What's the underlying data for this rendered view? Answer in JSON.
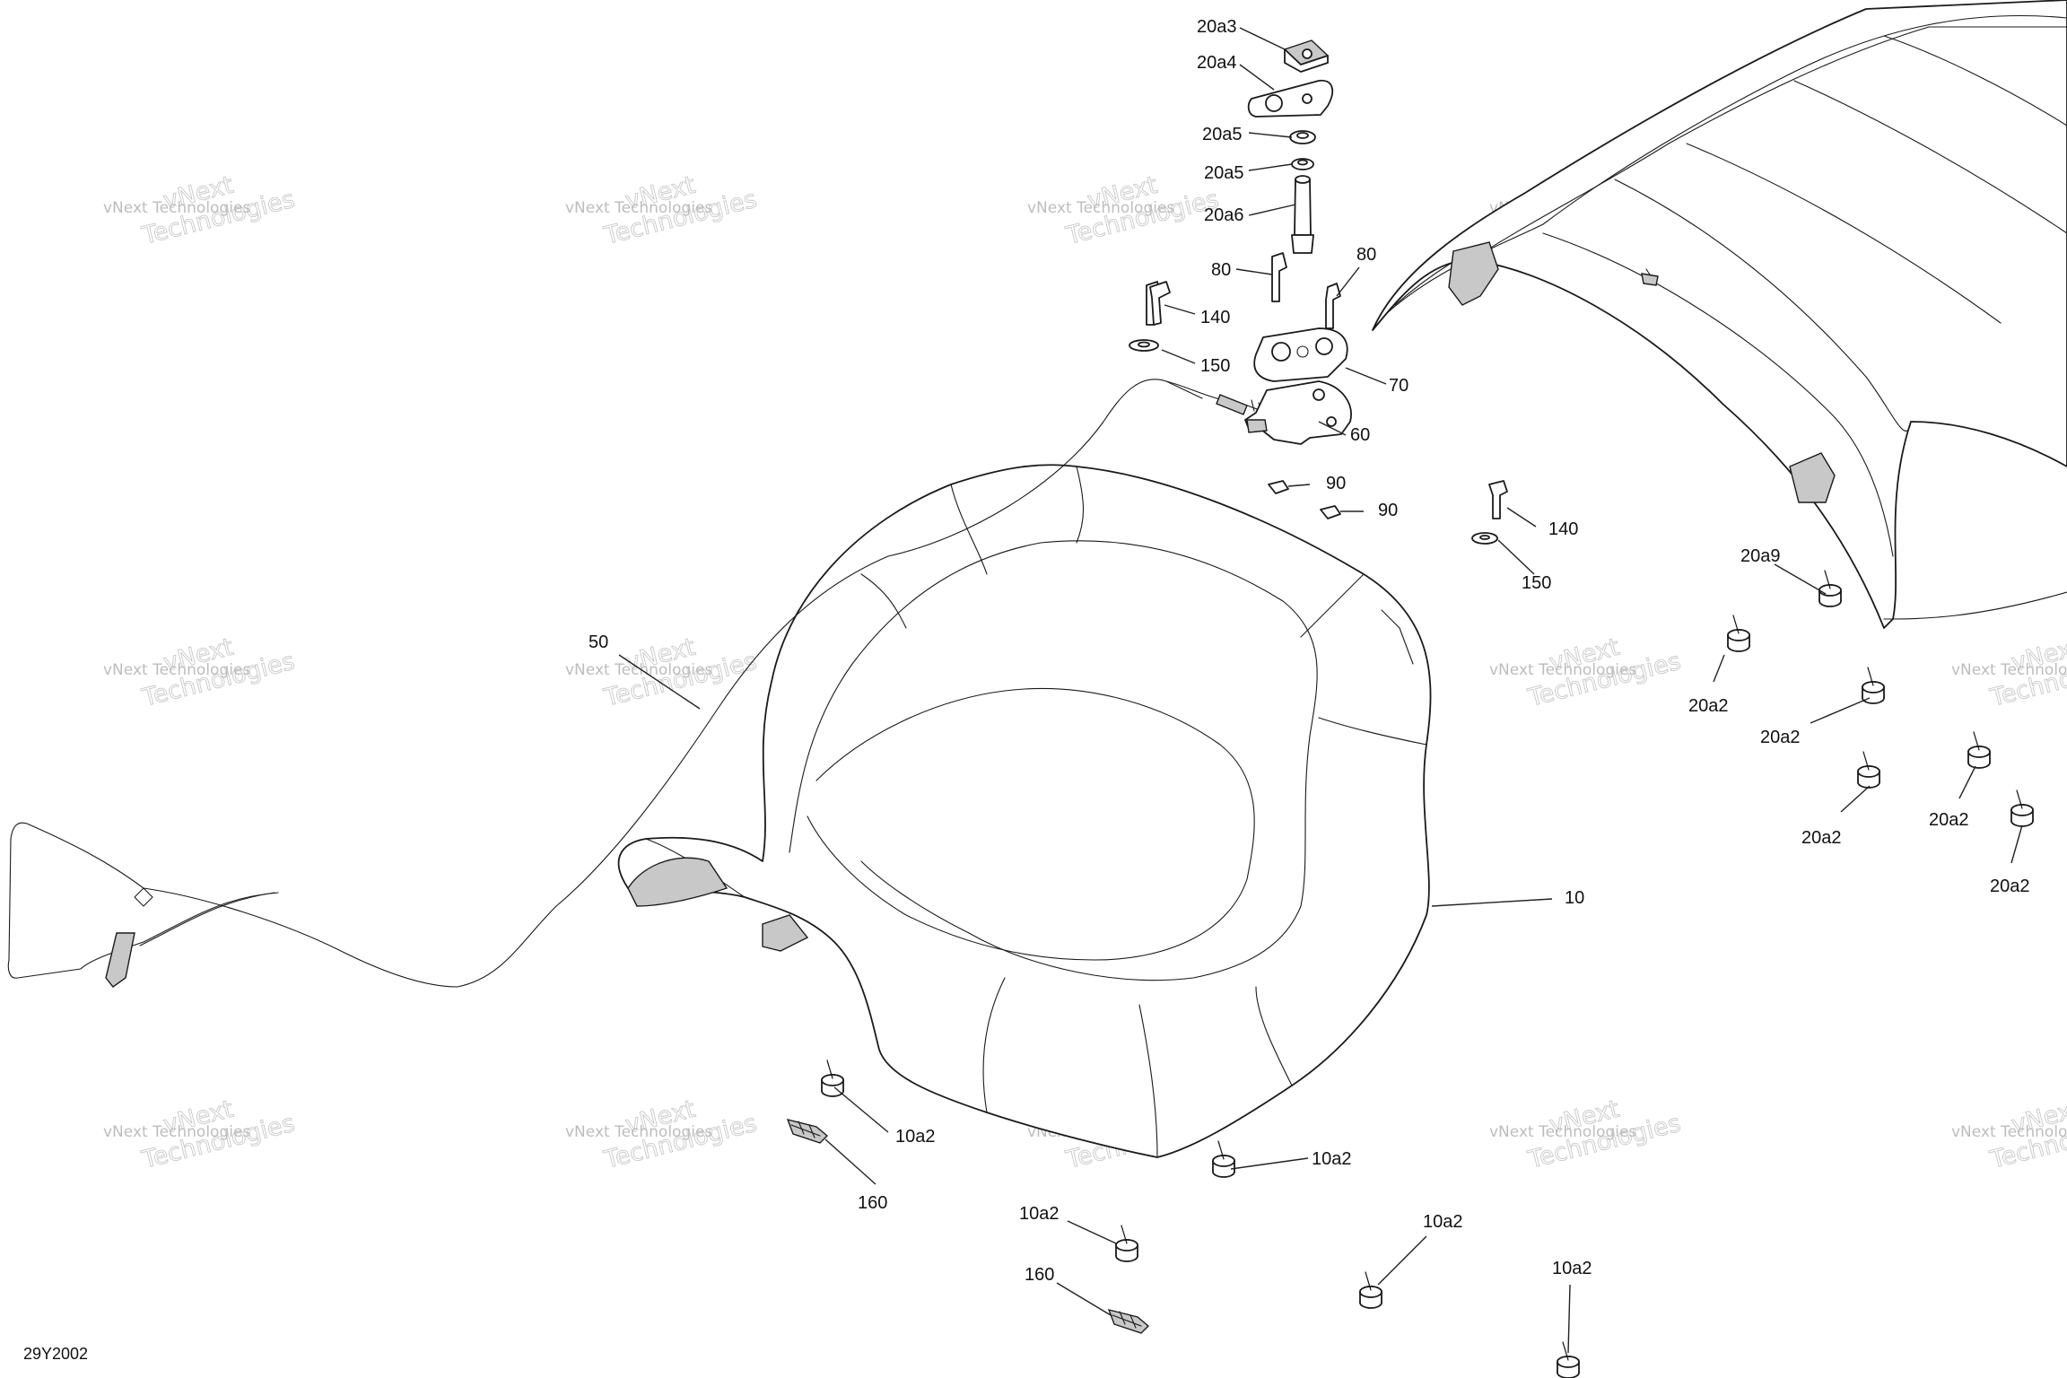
{
  "diagram": {
    "drawing_id": "29Y2002",
    "watermark": {
      "line1": "vNext",
      "line2": "Technologies",
      "small": "vNext Technologies"
    },
    "callouts": {
      "c10": "10",
      "c50": "50",
      "c60": "60",
      "c70": "70",
      "c80a": "80",
      "c80b": "80",
      "c90a": "90",
      "c90b": "90",
      "c140a": "140",
      "c140b": "140",
      "c150a": "150",
      "c150b": "150",
      "c160a": "160",
      "c160b": "160",
      "c20a3": "20a3",
      "c20a4": "20a4",
      "c20a5a": "20a5",
      "c20a5b": "20a5",
      "c20a6": "20a6",
      "c20a9": "20a9",
      "c20a2a": "20a2",
      "c20a2b": "20a2",
      "c20a2c": "20a2",
      "c20a2d": "20a2",
      "c20a2e": "20a2",
      "c10a2a": "10a2",
      "c10a2b": "10a2",
      "c10a2c": "10a2",
      "c10a2d": "10a2",
      "c10a2e": "10a2"
    }
  }
}
